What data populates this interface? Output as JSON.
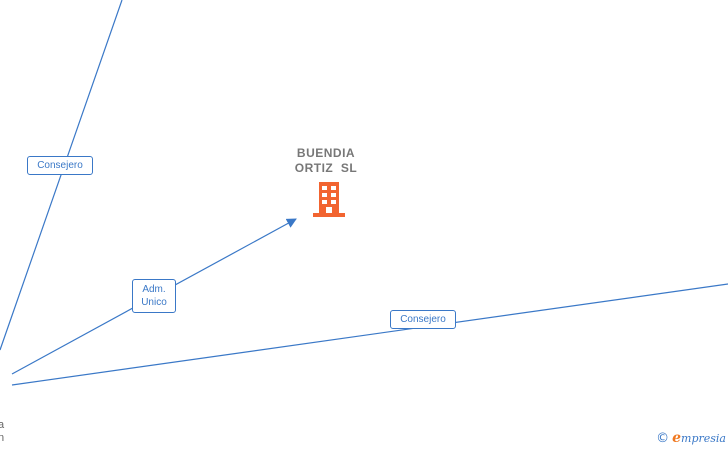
{
  "company": {
    "name_line1": "BUENDIA",
    "name_line2": "ORTIZ  SL",
    "icon": "building-icon",
    "icon_color": "#f26430"
  },
  "relations": [
    {
      "id": "consejero-1",
      "label": "Consejero"
    },
    {
      "id": "adm-unico",
      "label_line1": "Adm.",
      "label_line2": "Unico"
    },
    {
      "id": "consejero-2",
      "label": "Consejero"
    }
  ],
  "person_fragment": {
    "line1": "a",
    "line2": "n"
  },
  "brand": {
    "copyright": "©",
    "mark": "e",
    "name": "mpresia"
  },
  "colors": {
    "edge": "#3a78c7",
    "label_text": "#3a78c7",
    "company_text": "#777777",
    "accent": "#f26430"
  }
}
